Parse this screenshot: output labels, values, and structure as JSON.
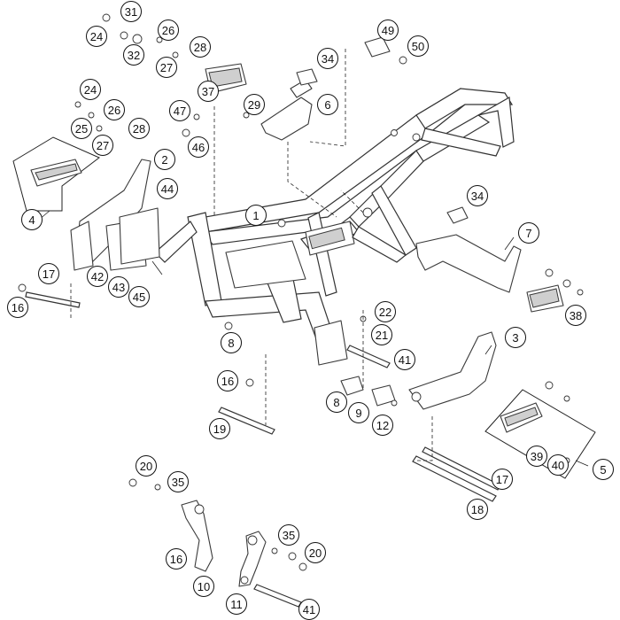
{
  "diagram": {
    "callouts": [
      {
        "id": "c31",
        "label": "31"
      },
      {
        "id": "c24a",
        "label": "24"
      },
      {
        "id": "c32",
        "label": "32"
      },
      {
        "id": "c26a",
        "label": "26"
      },
      {
        "id": "c27a",
        "label": "27"
      },
      {
        "id": "c28a",
        "label": "28"
      },
      {
        "id": "c37",
        "label": "37"
      },
      {
        "id": "c24b",
        "label": "24"
      },
      {
        "id": "c26b",
        "label": "26"
      },
      {
        "id": "c25",
        "label": "25"
      },
      {
        "id": "c27b",
        "label": "27"
      },
      {
        "id": "c28b",
        "label": "28"
      },
      {
        "id": "c47",
        "label": "47"
      },
      {
        "id": "c46",
        "label": "46"
      },
      {
        "id": "c29",
        "label": "29"
      },
      {
        "id": "c6",
        "label": "6"
      },
      {
        "id": "c34a",
        "label": "34"
      },
      {
        "id": "c49",
        "label": "49"
      },
      {
        "id": "c50",
        "label": "50"
      },
      {
        "id": "c2",
        "label": "2"
      },
      {
        "id": "c44",
        "label": "44"
      },
      {
        "id": "c4",
        "label": "4"
      },
      {
        "id": "c1",
        "label": "1"
      },
      {
        "id": "c34b",
        "label": "34"
      },
      {
        "id": "c7",
        "label": "7"
      },
      {
        "id": "c17a",
        "label": "17"
      },
      {
        "id": "c42",
        "label": "42"
      },
      {
        "id": "c43",
        "label": "43"
      },
      {
        "id": "c45",
        "label": "45"
      },
      {
        "id": "c16a",
        "label": "16"
      },
      {
        "id": "c38",
        "label": "38"
      },
      {
        "id": "c22",
        "label": "22"
      },
      {
        "id": "c21",
        "label": "21"
      },
      {
        "id": "c3",
        "label": "3"
      },
      {
        "id": "c8a",
        "label": "8"
      },
      {
        "id": "c41a",
        "label": "41"
      },
      {
        "id": "c16b",
        "label": "16"
      },
      {
        "id": "c8b",
        "label": "8"
      },
      {
        "id": "c9",
        "label": "9"
      },
      {
        "id": "c12",
        "label": "12"
      },
      {
        "id": "c19",
        "label": "19"
      },
      {
        "id": "c39",
        "label": "39"
      },
      {
        "id": "c40",
        "label": "40"
      },
      {
        "id": "c5",
        "label": "5"
      },
      {
        "id": "c17b",
        "label": "17"
      },
      {
        "id": "c18",
        "label": "18"
      },
      {
        "id": "c20a",
        "label": "20"
      },
      {
        "id": "c35a",
        "label": "35"
      },
      {
        "id": "c35b",
        "label": "35"
      },
      {
        "id": "c20b",
        "label": "20"
      },
      {
        "id": "c16c",
        "label": "16"
      },
      {
        "id": "c10",
        "label": "10"
      },
      {
        "id": "c11",
        "label": "11"
      },
      {
        "id": "c41b",
        "label": "41"
      }
    ]
  }
}
